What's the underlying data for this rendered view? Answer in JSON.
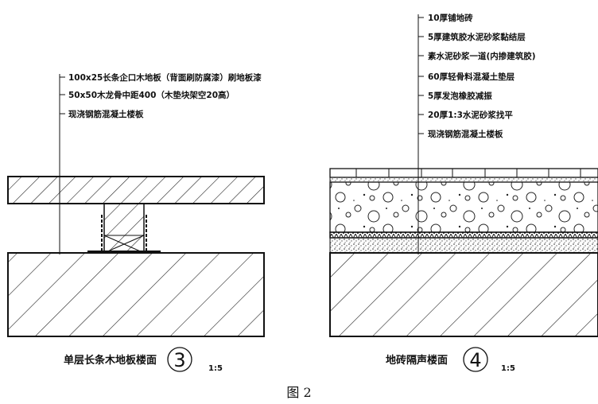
{
  "detail3": {
    "layers": [
      "100x25长条企口木地板（背面刷防腐漆）刷地板漆",
      "50x50木龙骨中距400（木垫块架空20高）",
      "现浇钢筋混凝土楼板"
    ],
    "title": "单层长条木地板楼面",
    "number": "3",
    "scale": "1:5"
  },
  "detail4": {
    "layers": [
      "10厚铺地砖",
      "5厚建筑胶水泥砂浆黏结层",
      "素水泥砂浆一道(内掺建筑胶)",
      "60厚轻骨料混凝土垫层",
      "5厚发泡橡胶减振",
      "20厚1:3水泥砂浆找平",
      "现浇钢筋混凝土楼板"
    ],
    "title": "地砖隔声楼面",
    "number": "4",
    "scale": "1:5"
  },
  "figure_caption": "图 2"
}
